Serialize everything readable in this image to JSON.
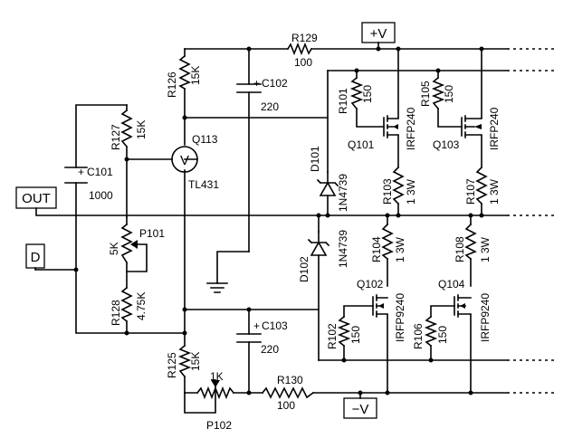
{
  "terminals": {
    "plus_v": "+V",
    "minus_v": "−V",
    "out": "OUT",
    "d": "D"
  },
  "components": {
    "r129": {
      "ref": "R129",
      "value": "100"
    },
    "r130": {
      "ref": "R130",
      "value": "100"
    },
    "r126": {
      "ref": "R126",
      "value": "15K"
    },
    "r127": {
      "ref": "R127",
      "value": "15K"
    },
    "r125": {
      "ref": "R125",
      "value": "15K"
    },
    "r128": {
      "ref": "R128",
      "value": "4.75K"
    },
    "p101": {
      "ref": "P101",
      "value": "5K"
    },
    "p102": {
      "ref": "P102",
      "value": "1K"
    },
    "c101": {
      "ref": "C101",
      "value": "1000",
      "polarity": "+"
    },
    "c102": {
      "ref": "C102",
      "value": "220",
      "polarity": "+"
    },
    "c103": {
      "ref": "C103",
      "value": "220",
      "polarity": "+"
    },
    "q113": {
      "ref": "Q113",
      "value": "TL431",
      "symbol": "V"
    },
    "d101": {
      "ref": "D101",
      "value": "1N4739"
    },
    "d102": {
      "ref": "D102",
      "value": "1N4739"
    },
    "r101": {
      "ref": "R101",
      "value": "150"
    },
    "r105": {
      "ref": "R105",
      "value": "150"
    },
    "r102": {
      "ref": "R102",
      "value": "150"
    },
    "r106": {
      "ref": "R106",
      "value": "150"
    },
    "r103": {
      "ref": "R103",
      "value": "1 3W"
    },
    "r107": {
      "ref": "R107",
      "value": "1 3W"
    },
    "r104": {
      "ref": "R104",
      "value": "1 3W"
    },
    "r108": {
      "ref": "R108",
      "value": "1 3W"
    },
    "q101": {
      "ref": "Q101",
      "value": "IRFP240"
    },
    "q103": {
      "ref": "Q103",
      "value": "IRFP240"
    },
    "q102": {
      "ref": "Q102",
      "value": "IRFP9240"
    },
    "q104": {
      "ref": "Q104",
      "value": "IRFP9240"
    }
  }
}
